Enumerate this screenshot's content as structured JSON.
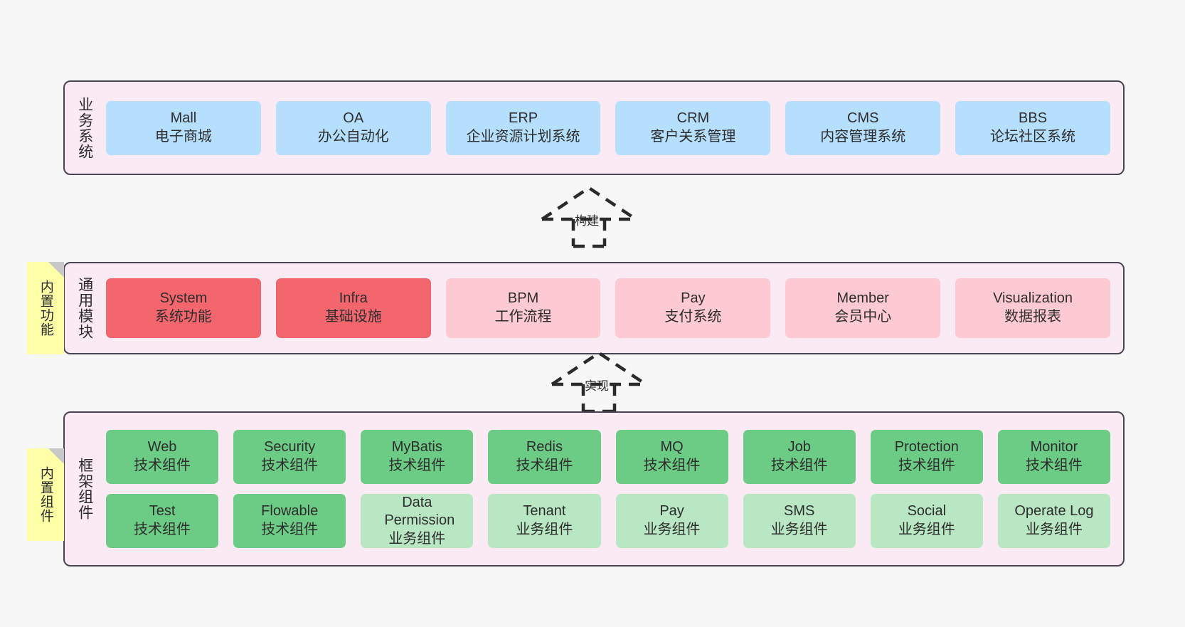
{
  "diagram": {
    "background": "#f7f7f7",
    "panel_bg": "#f9eaf4",
    "panel_border": "#4a4352"
  },
  "layers": [
    {
      "id": "business-systems",
      "caption": "业务系统",
      "rows": [
        [
          {
            "en": "Mall",
            "cn": "电子商城",
            "color": "blue"
          },
          {
            "en": "OA",
            "cn": "办公自动化",
            "color": "blue"
          },
          {
            "en": "ERP",
            "cn": "企业资源计划系统",
            "color": "blue"
          },
          {
            "en": "CRM",
            "cn": "客户关系管理",
            "color": "blue"
          },
          {
            "en": "CMS",
            "cn": "内容管理系统",
            "color": "blue"
          },
          {
            "en": "BBS",
            "cn": "论坛社区系统",
            "color": "blue"
          }
        ]
      ]
    },
    {
      "id": "common-modules",
      "caption": "通用模块",
      "sticky": "内置功能",
      "rows": [
        [
          {
            "en": "System",
            "cn": "系统功能",
            "color": "red"
          },
          {
            "en": "Infra",
            "cn": "基础设施",
            "color": "red"
          },
          {
            "en": "BPM",
            "cn": "工作流程",
            "color": "pink"
          },
          {
            "en": "Pay",
            "cn": "支付系统",
            "color": "pink"
          },
          {
            "en": "Member",
            "cn": "会员中心",
            "color": "pink"
          },
          {
            "en": "Visualization",
            "cn": "数据报表",
            "color": "pink"
          }
        ]
      ]
    },
    {
      "id": "framework-components",
      "caption": "框架组件",
      "sticky": "内置组件",
      "rows": [
        [
          {
            "en": "Web",
            "cn": "技术组件",
            "color": "green"
          },
          {
            "en": "Security",
            "cn": "技术组件",
            "color": "green"
          },
          {
            "en": "MyBatis",
            "cn": "技术组件",
            "color": "green"
          },
          {
            "en": "Redis",
            "cn": "技术组件",
            "color": "green"
          },
          {
            "en": "MQ",
            "cn": "技术组件",
            "color": "green"
          },
          {
            "en": "Job",
            "cn": "技术组件",
            "color": "green"
          },
          {
            "en": "Protection",
            "cn": "技术组件",
            "color": "green"
          },
          {
            "en": "Monitor",
            "cn": "技术组件",
            "color": "green"
          }
        ],
        [
          {
            "en": "Test",
            "cn": "技术组件",
            "color": "green"
          },
          {
            "en": "Flowable",
            "cn": "技术组件",
            "color": "green"
          },
          {
            "en": "Data Permission",
            "cn": "业务组件",
            "color": "green-light",
            "wrap": true
          },
          {
            "en": "Tenant",
            "cn": "业务组件",
            "color": "green-light"
          },
          {
            "en": "Pay",
            "cn": "业务组件",
            "color": "green-light"
          },
          {
            "en": "SMS",
            "cn": "业务组件",
            "color": "green-light"
          },
          {
            "en": "Social",
            "cn": "业务组件",
            "color": "green-light"
          },
          {
            "en": "Operate Log",
            "cn": "业务组件",
            "color": "green-light"
          }
        ]
      ]
    }
  ],
  "connectors": [
    {
      "id": "build",
      "label": "构建"
    },
    {
      "id": "implement",
      "label": "实现"
    }
  ]
}
